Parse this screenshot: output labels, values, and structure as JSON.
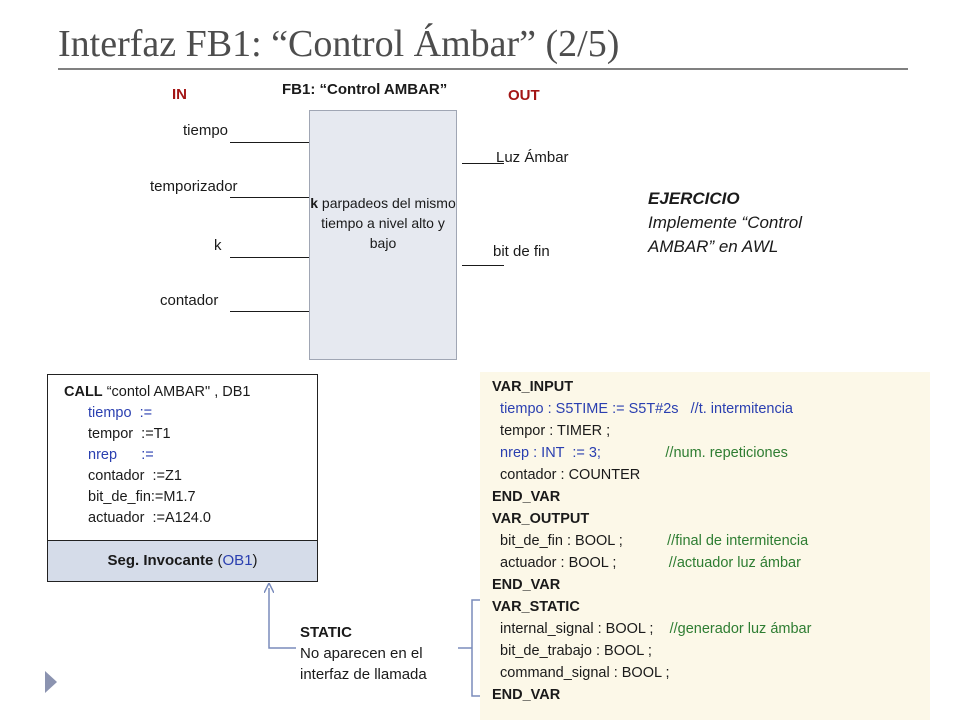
{
  "title": "Interfaz FB1: “Control Ámbar” (2/5)",
  "block": {
    "in_label": "IN",
    "out_label": "OUT",
    "name": "FB1: “Control AMBAR”",
    "inputs": [
      "tiempo",
      "temporizador",
      "k",
      "contador"
    ],
    "outputs": [
      "Luz Ámbar",
      "bit de fin"
    ],
    "description_bold": "k",
    "description": " parpadeos del mismo tiempo a nivel alto y bajo"
  },
  "exercise": {
    "heading": "EJERCICIO",
    "line1": "Implemente “Control",
    "line2": "AMBAR”   en AWL"
  },
  "call": {
    "header_bold": "CALL",
    "header_rest": "  “contol AMBAR\" , DB1",
    "params": [
      {
        "text": "tiempo  :=",
        "color": "blue"
      },
      {
        "text": "tempor  :=T1",
        "color": "black"
      },
      {
        "text": "nrep      :=",
        "color": "blue"
      },
      {
        "text": "contador  :=Z1",
        "color": "black"
      },
      {
        "text": "bit_de_fin:=M1.7",
        "color": "black"
      },
      {
        "text": "actuador  :=A124.0",
        "color": "black"
      }
    ],
    "footer_bold": "Seg. Invocante",
    "footer_paren_open": " (",
    "footer_ob": "OB1",
    "footer_paren_close": ")"
  },
  "vars": [
    {
      "code": "VAR_INPUT",
      "comment": "",
      "kw": true,
      "color": "black"
    },
    {
      "code": "  tiempo : S5TIME := S5T#2s",
      "comment": "   //t. intermitencia",
      "kw": false,
      "color": "blue",
      "comment_color": "blue"
    },
    {
      "code": "  tempor : TIMER ;",
      "comment": "",
      "kw": false,
      "color": "black"
    },
    {
      "code": "  nrep : INT  := 3;",
      "comment": "                //num. repeticiones",
      "kw": false,
      "color": "blue",
      "comment_color": "green"
    },
    {
      "code": "  contador : COUNTER",
      "comment": "",
      "kw": false,
      "color": "black"
    },
    {
      "code": "END_VAR",
      "comment": "",
      "kw": true,
      "color": "black"
    },
    {
      "code": "VAR_OUTPUT",
      "comment": "",
      "kw": true,
      "color": "black"
    },
    {
      "code": "  bit_de_fin : BOOL ;",
      "comment": "           //final de intermitencia",
      "kw": false,
      "color": "black",
      "comment_color": "green"
    },
    {
      "code": "  actuador : BOOL ;",
      "comment": "             //actuador luz ámbar",
      "kw": false,
      "color": "black",
      "comment_color": "green"
    },
    {
      "code": "END_VAR",
      "comment": "",
      "kw": true,
      "color": "black"
    },
    {
      "code": "VAR_STATIC",
      "comment": "",
      "kw": true,
      "color": "black"
    },
    {
      "code": "  internal_signal : BOOL ;",
      "comment": "    //generador luz ámbar",
      "kw": false,
      "color": "black",
      "comment_color": "green"
    },
    {
      "code": "  bit_de_trabajo : BOOL ;",
      "comment": "",
      "kw": false,
      "color": "black"
    },
    {
      "code": "  command_signal : BOOL ;",
      "comment": "",
      "kw": false,
      "color": "black"
    },
    {
      "code": "END_VAR",
      "comment": "",
      "kw": true,
      "color": "black"
    }
  ],
  "static_note": {
    "heading": "STATIC",
    "line1": "No aparecen en el",
    "line2": "interfaz de llamada"
  },
  "colors": {
    "in_out": "#a31515",
    "blue": "#2a3fb0",
    "green": "#2e7d32"
  }
}
